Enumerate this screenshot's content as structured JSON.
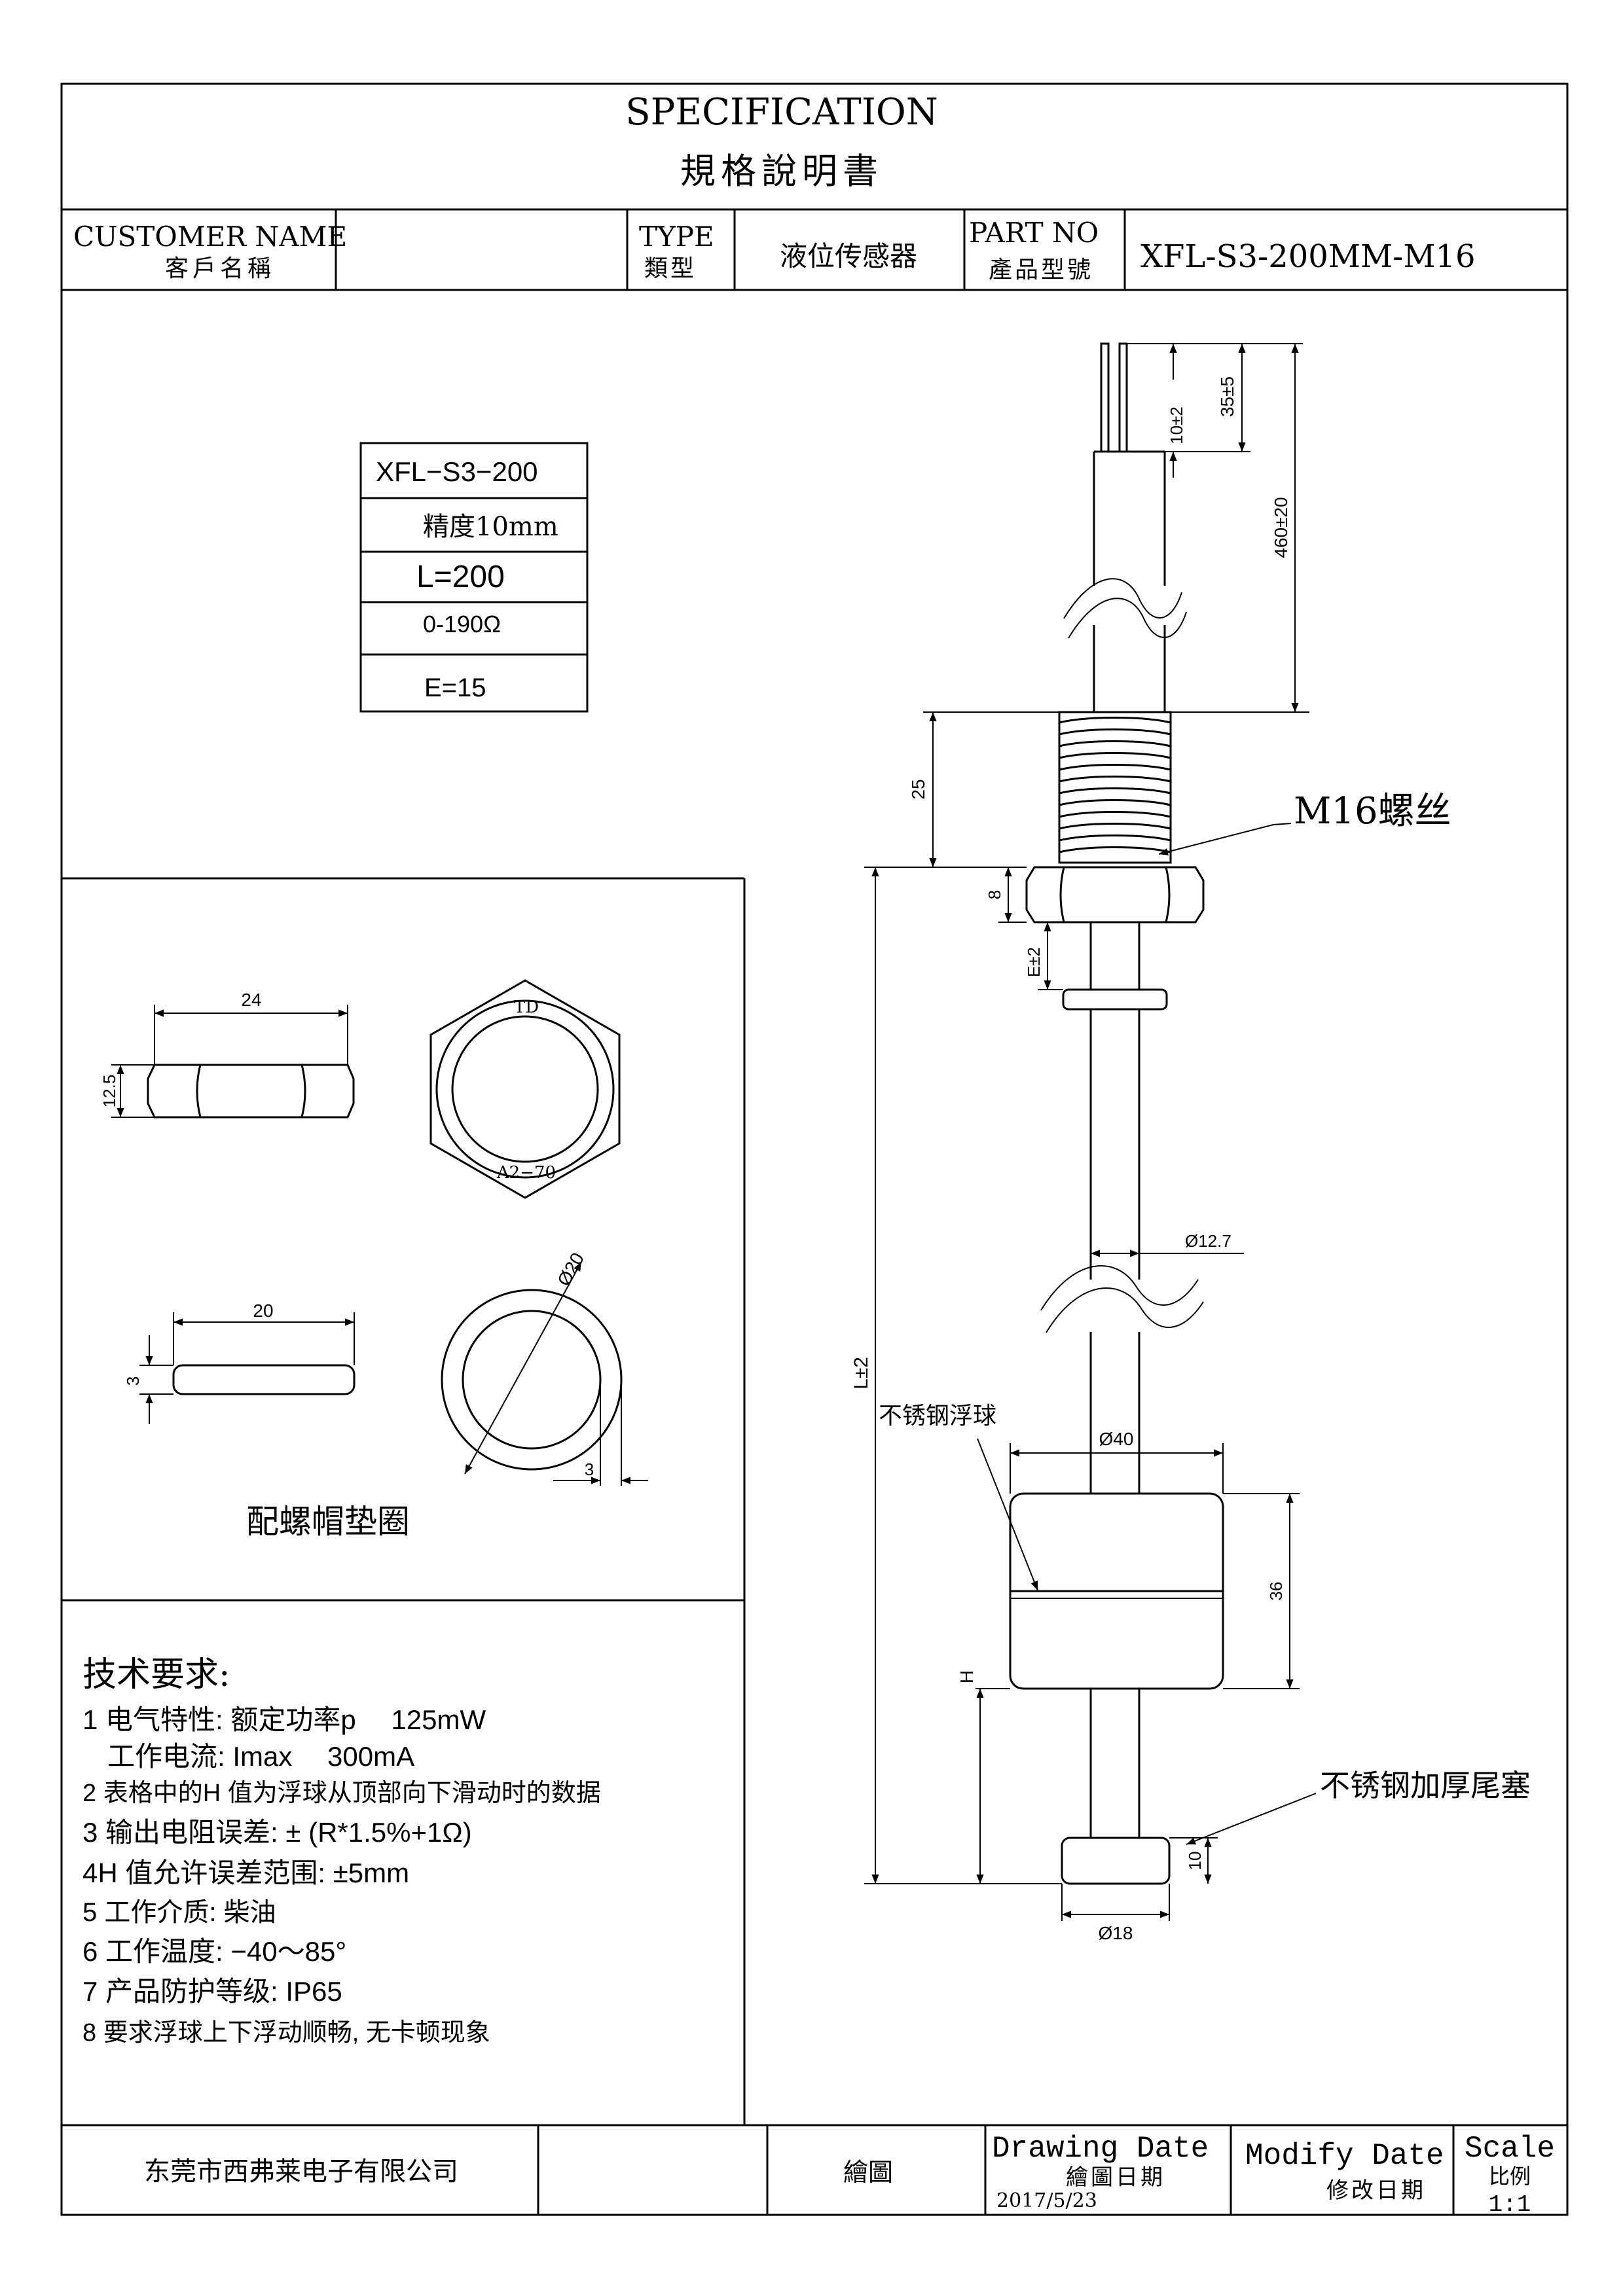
{
  "header": {
    "title_en": "SPECIFICATION",
    "title_zh": "規格說明書",
    "customer_label_en": "CUSTOMER NAME",
    "customer_label_zh": "客戶名稱",
    "customer_value": "",
    "type_label_en": "TYPE",
    "type_label_zh": "類型",
    "type_value": "液位传感器",
    "part_label_en": "PART NO",
    "part_label_zh": "產品型號",
    "part_value": "XFL-S3-200MM-M16"
  },
  "spec_table": {
    "rows": [
      "XFL−S3−200",
      "精度10mm",
      "L=200",
      "0-190Ω",
      "E=15"
    ]
  },
  "accessories": {
    "nut_width": "24",
    "nut_height": "12.5",
    "nut_marking_top": "TD",
    "nut_marking_bottom": "A2−70",
    "washer_width": "20",
    "washer_thickness": "3",
    "washer_diameter": "Ø20",
    "washer_ring_width": "3",
    "caption": "配螺帽垫圈"
  },
  "requirements": {
    "title": "技术要求:",
    "items": [
      "1 电气特性: 额定功率p　 125mW",
      "工作电流: Imax　 300mA",
      "2 表格中的H 值为浮球从顶部向下滑动时的数据",
      "3 输出电阻误差: ± (R*1.5%+1Ω)",
      "4H 值允许误差范围: ±5mm",
      "5 工作介质: 柴油",
      "6 工作温度: −40～85°",
      "7 产品防护等级: IP65",
      "8 要求浮球上下浮动顺畅, 无卡顿现象"
    ]
  },
  "drawing": {
    "dim_wire_tip": "10±2",
    "dim_wire_strip": "35±5",
    "dim_cable": "460±20",
    "dim_thread": "25",
    "thread_callout": "M16螺丝",
    "dim_nut": "8",
    "dim_e": "E±2",
    "dim_tube": "Ø12.7",
    "dim_l": "L±2",
    "float_callout": "不锈钢浮球",
    "dim_float_dia": "Ø40",
    "dim_float_h": "36",
    "dim_h": "H",
    "tail_callout": "不锈钢加厚尾塞",
    "dim_tail_h": "10",
    "dim_tail_dia": "Ø18"
  },
  "footer": {
    "company": "东莞市西弗莱电子有限公司",
    "draw_label": "繪圖",
    "drawing_date_en": "Drawing Date",
    "drawing_date_zh": "繪圖日期",
    "drawing_date_value": "2017/5/23",
    "modify_date_en": "Modify Date",
    "modify_date_zh": "修改日期",
    "scale_en": "Scale",
    "scale_zh": "比例",
    "scale_value": "1:1"
  }
}
